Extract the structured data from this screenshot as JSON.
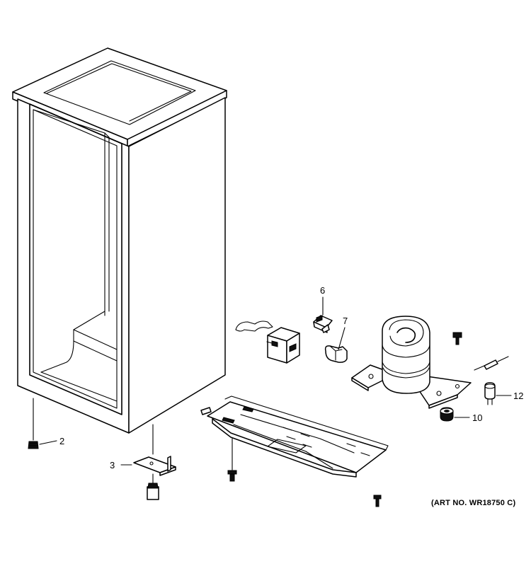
{
  "callouts": {
    "c2": "2",
    "c3": "3",
    "c6": "6",
    "c7": "7",
    "c10": "10",
    "c12": "12"
  },
  "art_number": "(ART NO. WR18750 C)"
}
